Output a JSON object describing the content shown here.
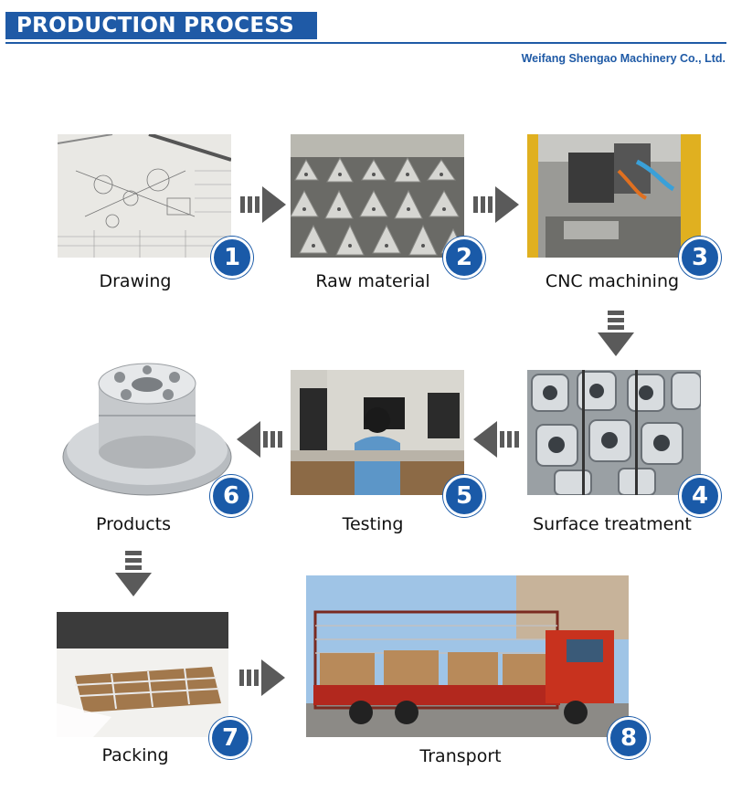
{
  "header": {
    "title": "PRODUCTION PROCESS",
    "company": "Weifang Shengao Machinery Co., Ltd."
  },
  "steps": [
    {
      "number": "1",
      "label": "Drawing"
    },
    {
      "number": "2",
      "label": "Raw material"
    },
    {
      "number": "3",
      "label": "CNC machining"
    },
    {
      "number": "4",
      "label": "Surface treatment"
    },
    {
      "number": "5",
      "label": "Testing"
    },
    {
      "number": "6",
      "label": "Products"
    },
    {
      "number": "7",
      "label": "Packing"
    },
    {
      "number": "8",
      "label": "Transport"
    }
  ],
  "colors": {
    "brand": "#1f5aa6",
    "badge": "#1a5aa8",
    "arrow": "#5a5a5a"
  },
  "icons": {
    "flow_arrow": "block-arrow-icon"
  }
}
